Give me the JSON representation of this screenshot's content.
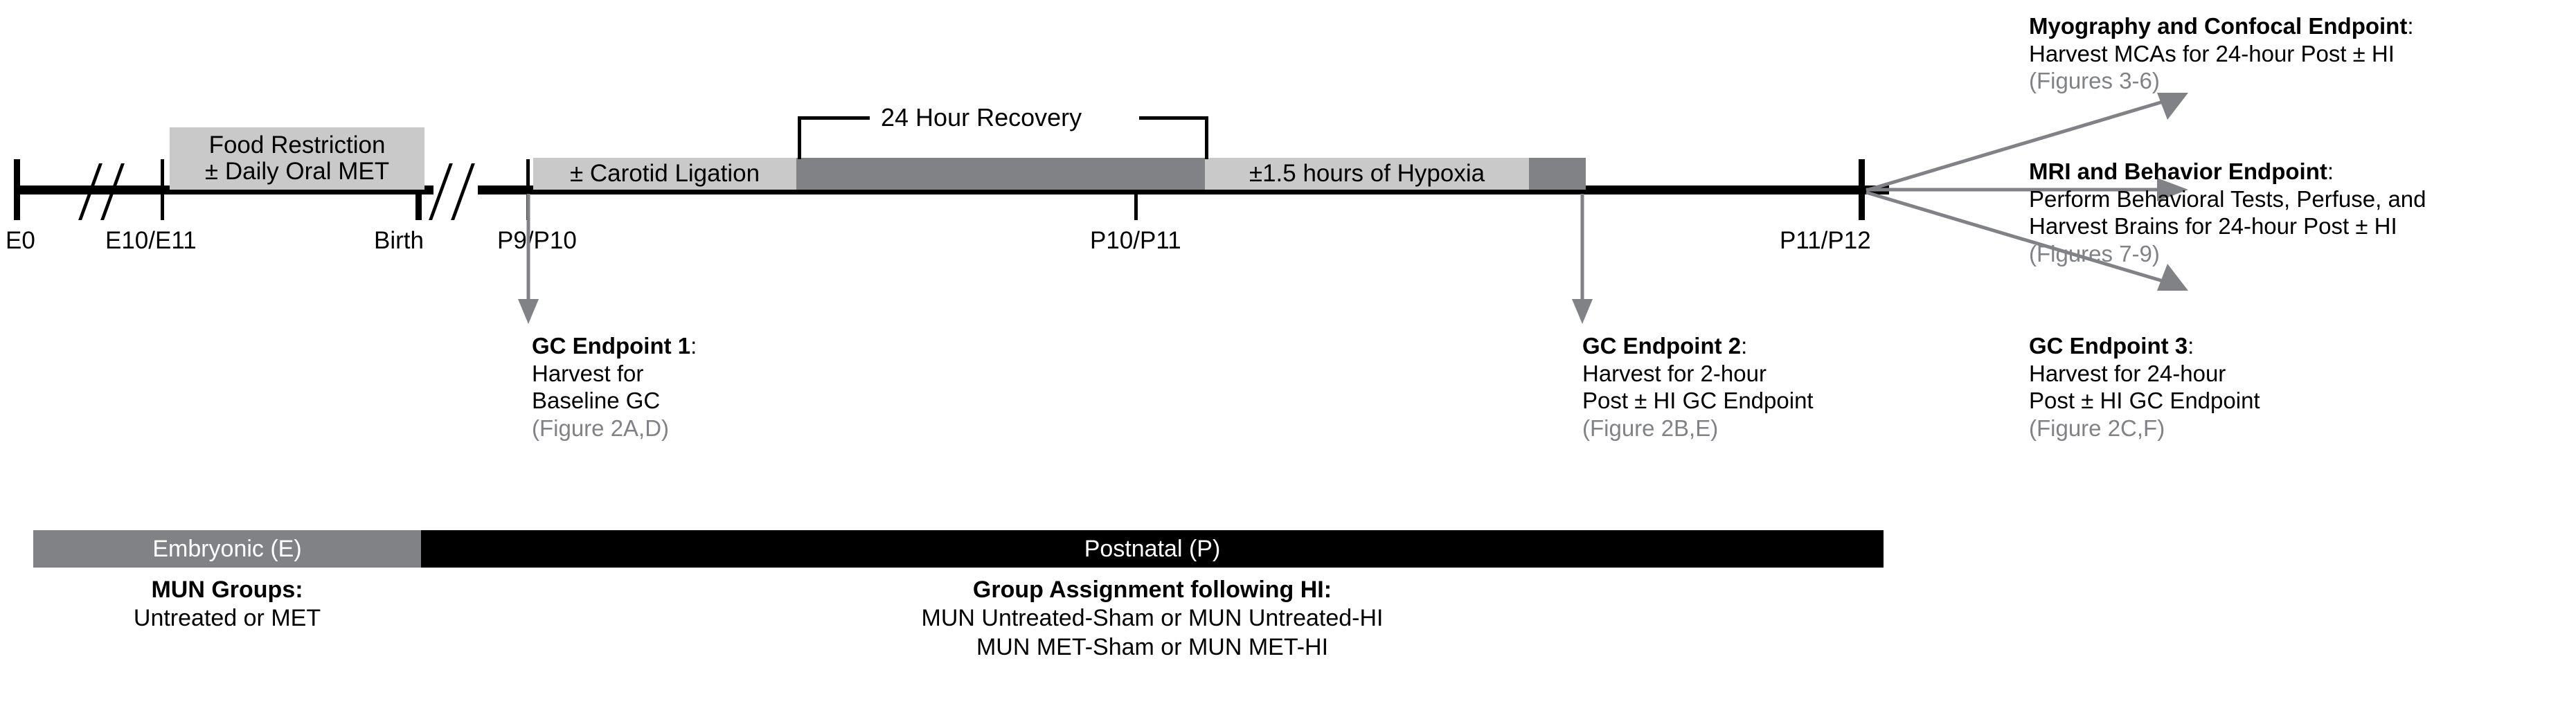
{
  "figure": {
    "type": "experimental-timeline-diagram",
    "colors": {
      "band_light": "#c9c9c9",
      "band_dark": "#808285",
      "arrow_gray": "#808285",
      "figure_ref_gray": "#808285",
      "line_black": "#000000",
      "background": "#ffffff"
    }
  },
  "timeline": {
    "bands": [
      {
        "id": "food-restriction",
        "label": "Food Restriction\n± Daily Oral MET",
        "shade": "light"
      },
      {
        "id": "carotid-ligation",
        "label": "± Carotid Ligation",
        "shade": "light"
      },
      {
        "id": "recovery-bar",
        "label": "",
        "shade": "dark"
      },
      {
        "id": "hypoxia",
        "label": "±1.5 hours of Hypoxia",
        "shade": "light"
      }
    ],
    "bracket": {
      "label": "24 Hour Recovery"
    },
    "ticks": [
      {
        "id": "e0",
        "label": "E0"
      },
      {
        "id": "e10-e11",
        "label": "E10/E11"
      },
      {
        "id": "birth",
        "label": "Birth"
      },
      {
        "id": "p9-p10",
        "label": "P9/P10"
      },
      {
        "id": "p10-p11",
        "label": "P10/P11"
      },
      {
        "id": "p11-p12",
        "label": "P11/P12"
      }
    ]
  },
  "callouts": {
    "gc_endpoint_1": {
      "title": "GC Endpoint 1",
      "title_suffix": ":",
      "line1": "Harvest for",
      "line2": "Baseline GC",
      "figure_ref": "(Figure 2A,D)"
    },
    "gc_endpoint_2": {
      "title": "GC Endpoint 2",
      "title_suffix": ":",
      "line1": "Harvest for 2-hour",
      "line2": "Post ± HI GC Endpoint",
      "figure_ref": "(Figure 2B,E)"
    },
    "gc_endpoint_3": {
      "title": "GC Endpoint 3",
      "title_suffix": ":",
      "line1": "Harvest for 24-hour",
      "line2": "Post ± HI GC Endpoint",
      "figure_ref": "(Figure 2C,F)"
    },
    "myography": {
      "title": "Myography and Confocal Endpoint",
      "title_suffix": ":",
      "line1": "Harvest MCAs for 24-hour Post ± HI",
      "figure_ref": "(Figures 3-6)"
    },
    "mri_behavior": {
      "title": "MRI and Behavior Endpoint",
      "title_suffix": ":",
      "line1": "Perform Behavioral Tests, Perfuse, and",
      "line2": "Harvest Brains for 24-hour Post ± HI",
      "figure_ref": "(Figures 7-9)"
    }
  },
  "phases": {
    "embryonic": {
      "label": "Embryonic (E)"
    },
    "postnatal": {
      "label": "Postnatal (P)"
    }
  },
  "bottom": {
    "mun_groups": {
      "header": "MUN Groups:",
      "line1": "Untreated or MET"
    },
    "group_assignment": {
      "header": "Group Assignment following HI:",
      "line1": "MUN Untreated-Sham or MUN Untreated-HI",
      "line2": "MUN MET-Sham or  MUN MET-HI"
    }
  }
}
